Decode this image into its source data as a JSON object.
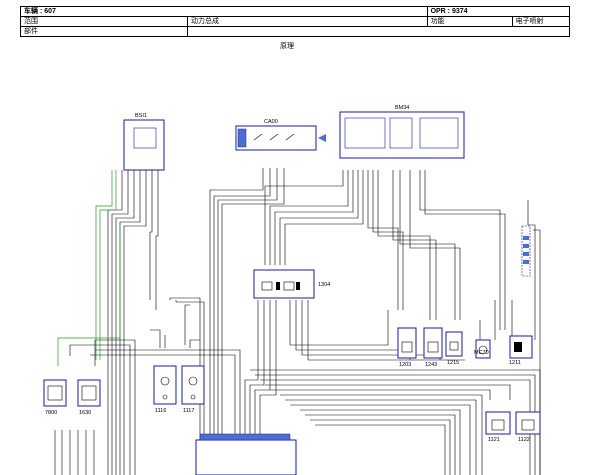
{
  "header": {
    "vehicle_label": "车辆 : 607",
    "opr_label": "OPR : 9374",
    "scope_label": "范围",
    "scope_value": "动力总成",
    "function_label": "功能",
    "function_value": "电子喷射",
    "part_label": "部件"
  },
  "page_title": "原理",
  "components": {
    "bsi1": "BSI1",
    "ca00": "CA00",
    "bm34": "BM34",
    "c1304": "1304",
    "c1203": "1203",
    "c1243": "1243",
    "c1215": "1215",
    "c1211": "1211",
    "mc70": "MC70",
    "c1116": "1116",
    "c1117": "1117",
    "c7800": "7800",
    "c1630": "1630",
    "c1121": "1121",
    "c1122": "1122"
  },
  "colors": {
    "box_stroke": "#1a1aa8",
    "wire": "#000000",
    "wire_green": "#2a9a2a",
    "connector_fill": "#4a6fd0"
  }
}
